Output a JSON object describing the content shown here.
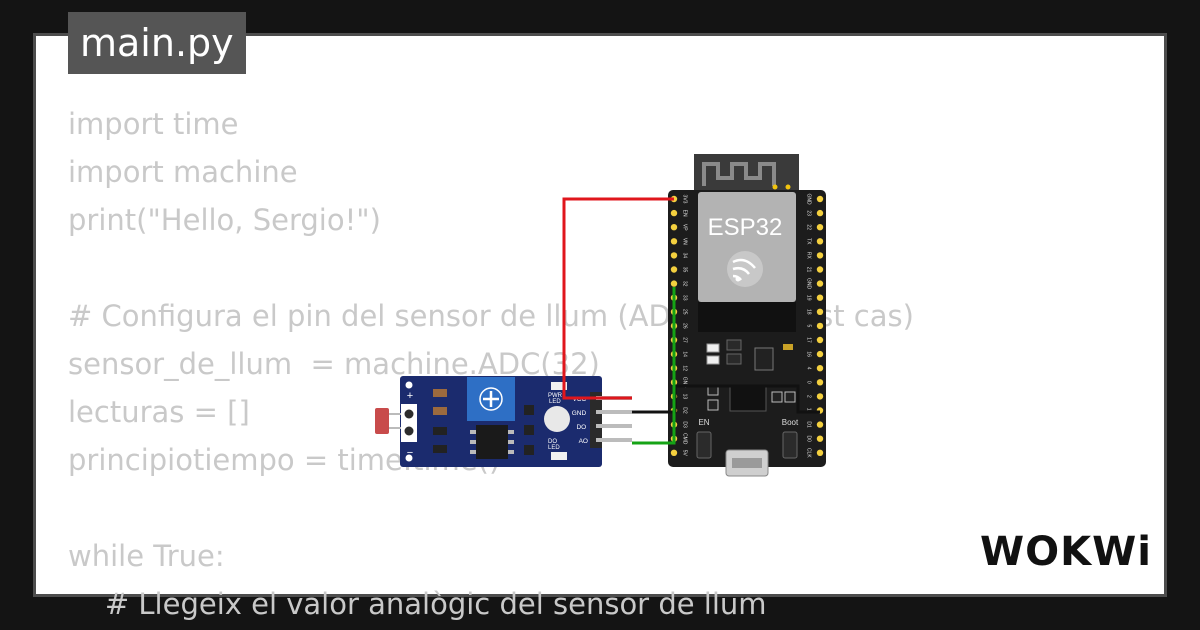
{
  "file_tab": {
    "label": "main.py"
  },
  "code_lines": [
    "import time",
    "import machine",
    "print(\"Hello, Sergio!\")",
    "",
    "# Configura el pin del sensor de llum (ADC en aquest cas)",
    "sensor_de_llum  = machine.ADC(32)",
    "lecturas = []",
    "principiotiempo = time.time()",
    "",
    "while True:",
    "    # Llegeix el valor analògic del sensor de llum"
  ],
  "esp32_board": {
    "label": "ESP32",
    "left_pins": [
      "3V3",
      "EN",
      "VP",
      "VN",
      "34",
      "35",
      "32",
      "33",
      "25",
      "26",
      "27",
      "14",
      "12",
      "GND",
      "13",
      "D2",
      "D3",
      "CMD",
      "5V"
    ],
    "right_pins": [
      "GND",
      "23",
      "22",
      "TX",
      "RX",
      "21",
      "GND",
      "19",
      "18",
      "5",
      "17",
      "16",
      "4",
      "0",
      "2",
      "15",
      "D1",
      "D0",
      "CLK"
    ],
    "button_en": "EN",
    "button_boot": "Boot"
  },
  "light_sensor_module": {
    "pin_labels": [
      "VCC",
      "GND",
      "DO",
      "AO"
    ],
    "pwr_led_label": [
      "PWR",
      "LED"
    ],
    "do_led_label": [
      "DO",
      "LED"
    ],
    "terminal_plus": "+",
    "terminal_minus": "−"
  },
  "wires": [
    {
      "name": "vcc-wire",
      "color": "#e0161c"
    },
    {
      "name": "gnd-wire",
      "color": "#111111"
    },
    {
      "name": "ao-wire",
      "color": "#15a315"
    }
  ],
  "brand": "WOKWi"
}
